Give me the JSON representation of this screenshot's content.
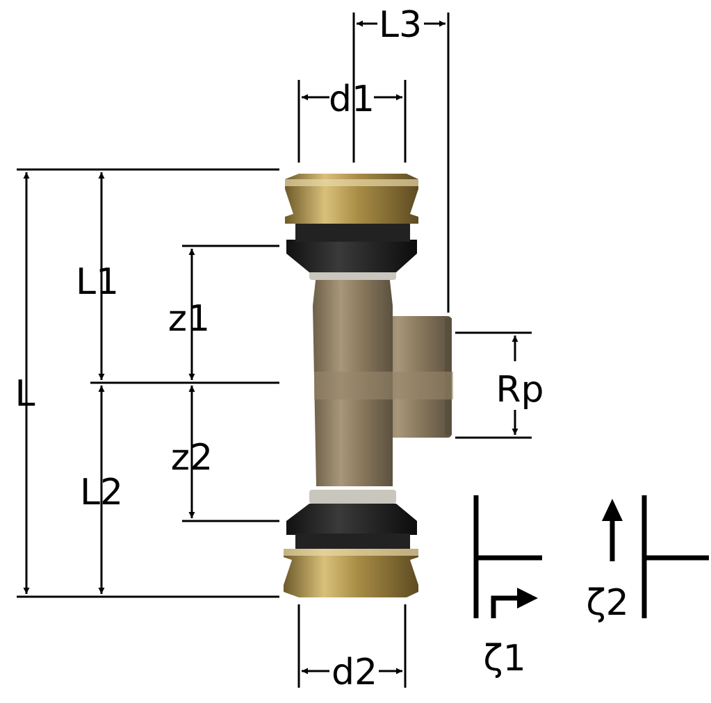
{
  "labels": {
    "L3": "L3",
    "d1": "d1",
    "L1": "L1",
    "z1": "z1",
    "L": "L",
    "Rp": "Rp",
    "z2": "z2",
    "L2": "L2",
    "d2": "d2",
    "zeta1": "ζ1",
    "zeta2": "ζ2"
  },
  "colors": {
    "line": "#000000",
    "bronze": "#8a7a5e",
    "brass": "#b89a4e",
    "seal": "#1c1c1c"
  }
}
